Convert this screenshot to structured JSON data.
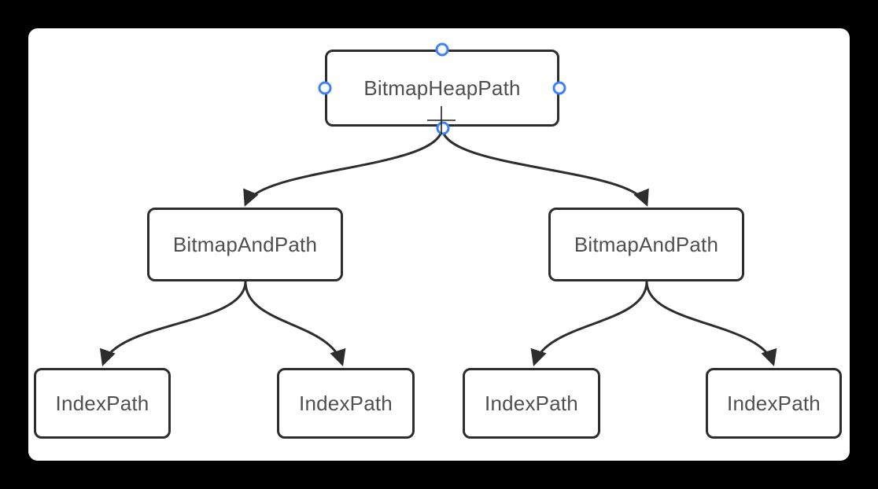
{
  "app": {
    "background_color": "#000000",
    "canvas_color": "#ffffff"
  },
  "diagram": {
    "nodes": [
      {
        "id": "bitmap-heap-path",
        "label": "BitmapHeapPath",
        "selected": true
      },
      {
        "id": "bitmap-and-path-left",
        "label": "BitmapAndPath",
        "selected": false
      },
      {
        "id": "bitmap-and-path-right",
        "label": "BitmapAndPath",
        "selected": false
      },
      {
        "id": "index-path-1",
        "label": "IndexPath",
        "selected": false
      },
      {
        "id": "index-path-2",
        "label": "IndexPath",
        "selected": false
      },
      {
        "id": "index-path-3",
        "label": "IndexPath",
        "selected": false
      },
      {
        "id": "index-path-4",
        "label": "IndexPath",
        "selected": false
      }
    ],
    "edges": [
      {
        "from": "bitmap-heap-path",
        "to": "bitmap-and-path-left"
      },
      {
        "from": "bitmap-heap-path",
        "to": "bitmap-and-path-right"
      },
      {
        "from": "bitmap-and-path-left",
        "to": "index-path-1"
      },
      {
        "from": "bitmap-and-path-left",
        "to": "index-path-2"
      },
      {
        "from": "bitmap-and-path-right",
        "to": "index-path-3"
      },
      {
        "from": "bitmap-and-path-right",
        "to": "index-path-4"
      }
    ],
    "colors": {
      "node_border": "#2d2d2d",
      "node_fill": "#ffffff",
      "node_text": "#4f4f4f",
      "edge": "#2d2d2d",
      "selection_handle": "#3b82f6"
    }
  }
}
